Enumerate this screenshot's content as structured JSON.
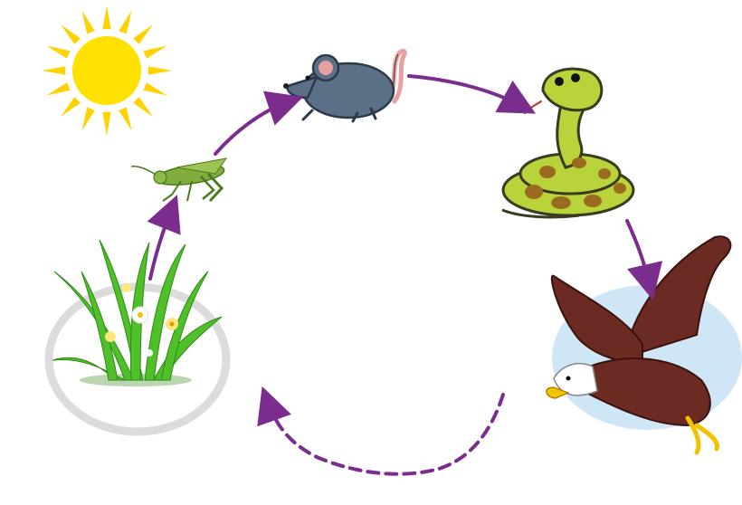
{
  "diagram": {
    "type": "food-chain-cycle",
    "nodes": [
      {
        "id": "sun",
        "icon": "sun-icon"
      },
      {
        "id": "grass",
        "icon": "grass-icon"
      },
      {
        "id": "grasshopper",
        "icon": "grasshopper-icon"
      },
      {
        "id": "mouse",
        "icon": "mouse-icon"
      },
      {
        "id": "snake",
        "icon": "snake-icon"
      },
      {
        "id": "eagle",
        "icon": "eagle-icon"
      }
    ],
    "edges": [
      {
        "from": "grass",
        "to": "grasshopper",
        "style": "solid"
      },
      {
        "from": "grasshopper",
        "to": "mouse",
        "style": "solid"
      },
      {
        "from": "mouse",
        "to": "snake",
        "style": "solid"
      },
      {
        "from": "snake",
        "to": "eagle",
        "style": "solid"
      },
      {
        "from": "eagle",
        "to": "grass",
        "style": "dashed"
      }
    ]
  },
  "colors": {
    "arrow": "#7b2d8e",
    "sun": "#ffe100",
    "sun_rays": "#ffd200",
    "grass": "#4fbf2a",
    "grass_ring": "#dcdcdc",
    "grasshopper": "#7fae3c",
    "mouse_body": "#5b6f86",
    "mouse_ear": "#e8a0a0",
    "snake_body": "#b8d43a",
    "snake_spots": "#9a6a1e",
    "eagle_body": "#6b2a22",
    "eagle_head": "#ffffff",
    "eagle_beak": "#f2c200",
    "sky_disc": "#cfe6f7"
  }
}
